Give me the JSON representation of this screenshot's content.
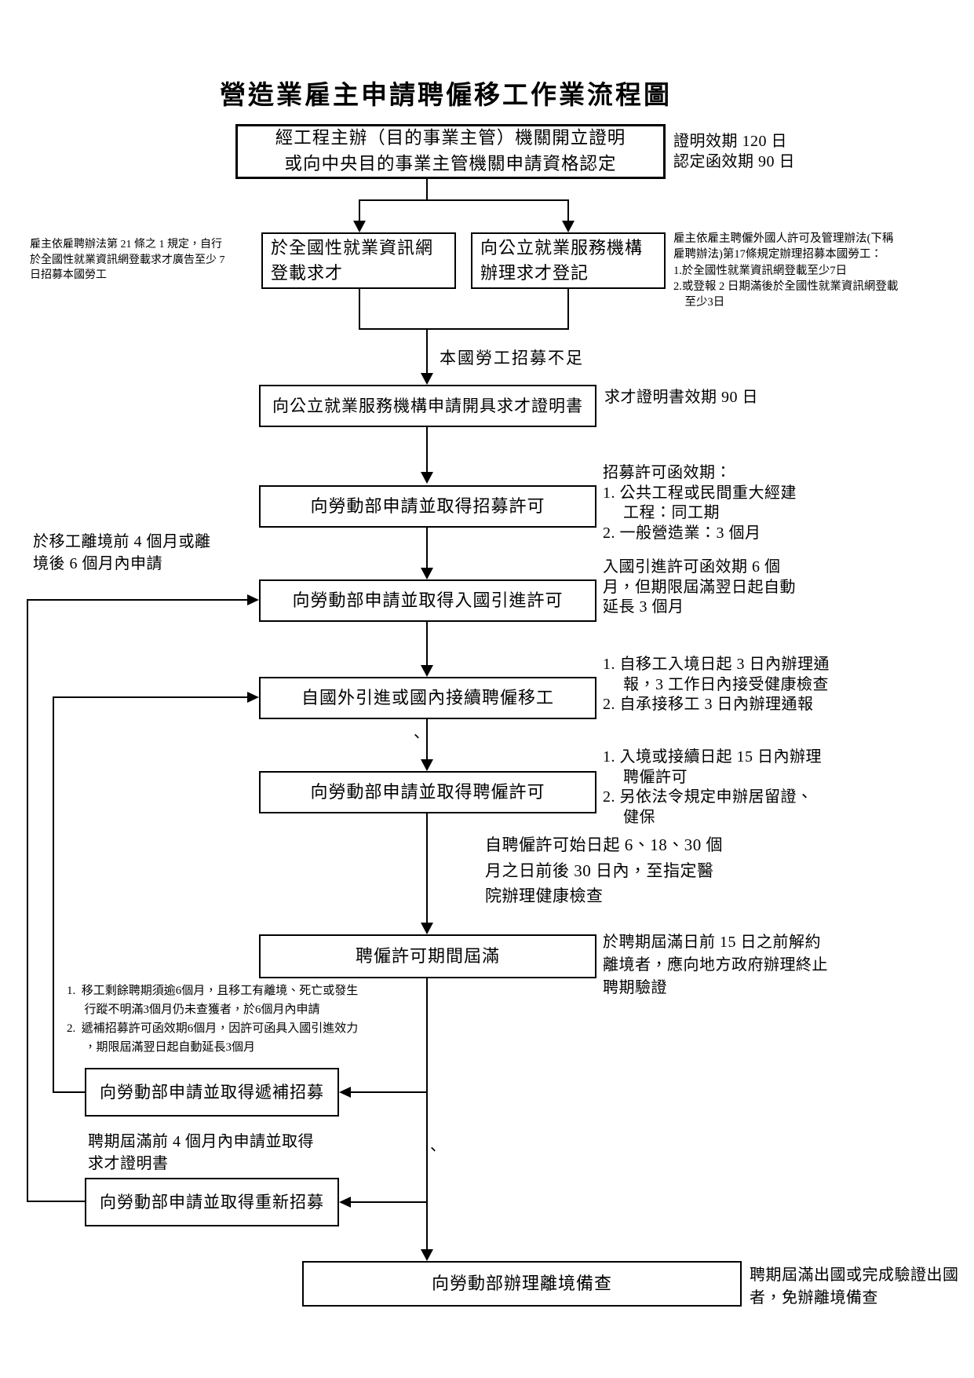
{
  "title": "營造業雇主申請聘僱移工作業流程圖",
  "nodes": {
    "qualification": "經工程主辦（目的事業主管）機關開立證明\n或向中央目的事業主管機關申請資格認定",
    "job_website": "於全國性就業資訊網\n登載求才",
    "employment_office": "向公立就業服務機構\n辦理求才登記",
    "recruit_certificate": "向公立就業服務機構申請開具求才證明書",
    "recruit_permit": "向勞動部申請並取得招募許可",
    "entry_permit": "向勞動部申請並取得入國引進許可",
    "worker_introduction": "自國外引進或國內接續聘僱移工",
    "employment_permit": "向勞動部申請並取得聘僱許可",
    "permit_expiry": "聘僱許可期間屆滿",
    "replacement_recruit": "向勞動部申請並取得遞補招募",
    "renew_recruit": "向勞動部申請並取得重新招募",
    "departure_report": "向勞動部辦理離境備查"
  },
  "notes": {
    "certificate_validity": "證明效期 120 日\n認定函效期 90 日",
    "self_recruit_rule": "雇主依雇聘辦法第 21 條之 1 規定，自行\n於全國性就業資訊網登載求才廣告至少 7\n日招募本國勞工",
    "recruit_rule": "雇主依雇主聘僱外國人許可及管理辦法(下稱\n雇聘辦法)第17條規定辦理招募本國勞工：\n1.於全國性就業資訊網登載至少7日\n2.或登報 2 日期滿後於全國性就業資訊網登載\n　至少3日",
    "insufficient_label": "本國勞工招募不足",
    "certificate_validity_90": "求才證明書效期 90 日",
    "recruit_permit_validity": "招募許可函效期：\n1. 公共工程或民間重大經建\n　 工程：同工期\n2. 一般營造業：3 個月",
    "entry_apply_window": "於移工離境前 4 個月或離\n境後 6 個月內申請",
    "entry_permit_validity": "入國引進許可函效期 6 個\n月，但期限屆滿翌日起自動\n延長 3 個月",
    "arrival_report": "1. 自移工入境日起 3 日內辦理通\n　 報，3 工作日內接受健康檢查\n2. 自承接移工 3 日內辦理通報",
    "employment_permit_deadline": "1. 入境或接續日起 15 日內辦理\n　 聘僱許可\n2. 另依法令規定申辦居留證、\n　 健保",
    "health_check": "自聘僱許可始日起 6、18、30 個\n月之日前後 30 日內，至指定醫\n院辦理健康檢查",
    "early_termination": "於聘期屆滿日前 15 日之前解約\n離境者，應向地方政府辦理終止\n聘期驗證",
    "replacement_rule": "1.  移工剩餘聘期須逾6個月，且移工有離境、死亡或發生\n　  行蹤不明滿3個月仍未查獲者，於6個月內申請\n2.  遞補招募許可函效期6個月，因許可函具入國引進效力\n　  ，期限屆滿翌日起自動延長3個月",
    "renew_window": "聘期屆滿前 4 個月內申請並取得\n求才證明書",
    "departure_exempt": "聘期屆滿出國或完成驗證出國\n者，免辦離境備查",
    "mark_1": "、",
    "mark_2": "、"
  }
}
